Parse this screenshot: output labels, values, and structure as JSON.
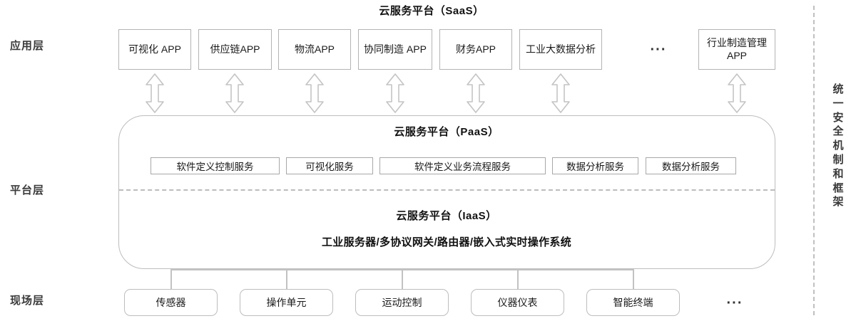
{
  "diagram": {
    "saas_title": "云服务平台（SaaS）",
    "paas_title": "云服务平台（PaaS）",
    "iaas_title": "云服务平台（IaaS）",
    "iaas_subtitle": "工业服务器/多协议网关/路由器/嵌入式实时操作系统",
    "ellipsis_app": "···",
    "ellipsis_field": "···"
  },
  "layers": [
    {
      "label": "应用层"
    },
    {
      "label": "平台层"
    },
    {
      "label": "现场层"
    }
  ],
  "app_boxes": [
    {
      "label": "可视化\nAPP"
    },
    {
      "label": "供应链APP"
    },
    {
      "label": "物流APP"
    },
    {
      "label": "协同制造\nAPP"
    },
    {
      "label": "财务APP"
    },
    {
      "label": "工业大数据分析"
    },
    {
      "label": "行业制造管理 APP"
    }
  ],
  "service_boxes": [
    {
      "label": "软件定义控制服务"
    },
    {
      "label": "可视化服务"
    },
    {
      "label": "软件定义业务流程服务"
    },
    {
      "label": "数据分析服务"
    },
    {
      "label": "数据分析服务"
    }
  ],
  "field_boxes": [
    {
      "label": "传感器"
    },
    {
      "label": "操作单元"
    },
    {
      "label": "运动控制"
    },
    {
      "label": "仪器仪表"
    },
    {
      "label": "智能终端"
    }
  ],
  "security_band": {
    "label": "统一安全机制和框架"
  },
  "colors": {
    "box_border": "#b4b4b4",
    "container_border": "#bdbdbd",
    "connector": "#c2c2c2",
    "arrow_fill": "#ffffff",
    "arrow_stroke": "#c4c4c4",
    "text": "#1a1a1a",
    "label_text": "#3a3a3a",
    "background": "#ffffff"
  }
}
